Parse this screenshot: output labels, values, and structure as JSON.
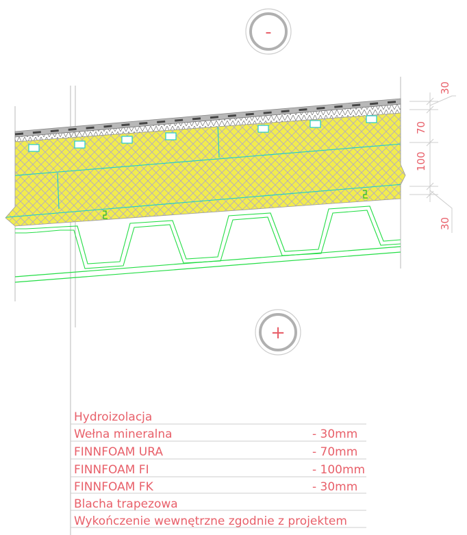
{
  "signs": {
    "top": "-",
    "bottom": "+"
  },
  "dimensions": [
    "30",
    "70",
    "100",
    "30"
  ],
  "legend": [
    {
      "name": "Hydroizolacja",
      "thickness": ""
    },
    {
      "name": "Wełna mineralna",
      "thickness": "- 30mm"
    },
    {
      "name": "FINNFOAM URA",
      "thickness": "- 70mm"
    },
    {
      "name": "FINNFOAM FI",
      "thickness": "- 100mm"
    },
    {
      "name": "FINNFOAM FK",
      "thickness": "- 30mm"
    },
    {
      "name": "Blacha trapezowa",
      "thickness": ""
    },
    {
      "name": "Wykończenie wewnętrzne zgodnie z projektem",
      "thickness": ""
    }
  ],
  "colors": {
    "insulation": "#f2ec4e",
    "line_green": "#22dd44",
    "line_cyan": "#22cccc",
    "text_red": "#e8606a",
    "gray": "#b0b0b0"
  }
}
